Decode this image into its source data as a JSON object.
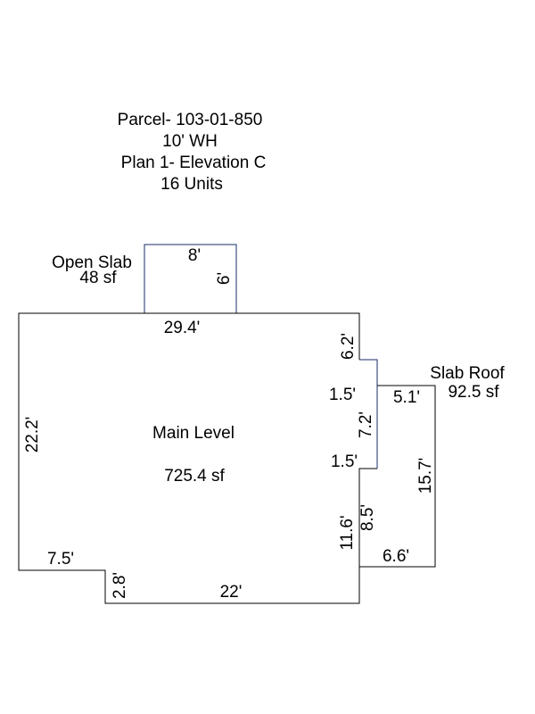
{
  "header": {
    "line1": "Parcel- 103-01-850",
    "line2": "10' WH",
    "line3": "Plan 1- Elevation C",
    "line4": "16 Units"
  },
  "areas": {
    "open_slab": {
      "name": "Open Slab",
      "area": "48 sf"
    },
    "slab_roof": {
      "name": "Slab Roof",
      "area": "92.5 sf"
    },
    "main_level": {
      "name": "Main Level",
      "area": "725.4 sf"
    }
  },
  "dimensions": {
    "open_slab_width": "8'",
    "open_slab_depth": "6'",
    "main_top": "29.4'",
    "main_right_upper": "6.2'",
    "main_left": "22.2'",
    "main_bottom_left": "7.5'",
    "main_notch": "2.8'",
    "main_bottom": "22'",
    "main_right_lower": "11.6'",
    "bay_top": "1.5'",
    "bay_side": "7.2'",
    "bay_bottom": "1.5'",
    "slab_roof_top": "5.1'",
    "slab_roof_right": "15.7'",
    "slab_roof_inner": "8.5'",
    "slab_roof_bottom": "6.6'"
  },
  "colors": {
    "outline": "#000000",
    "bay_outline": "#1a2e6e"
  }
}
